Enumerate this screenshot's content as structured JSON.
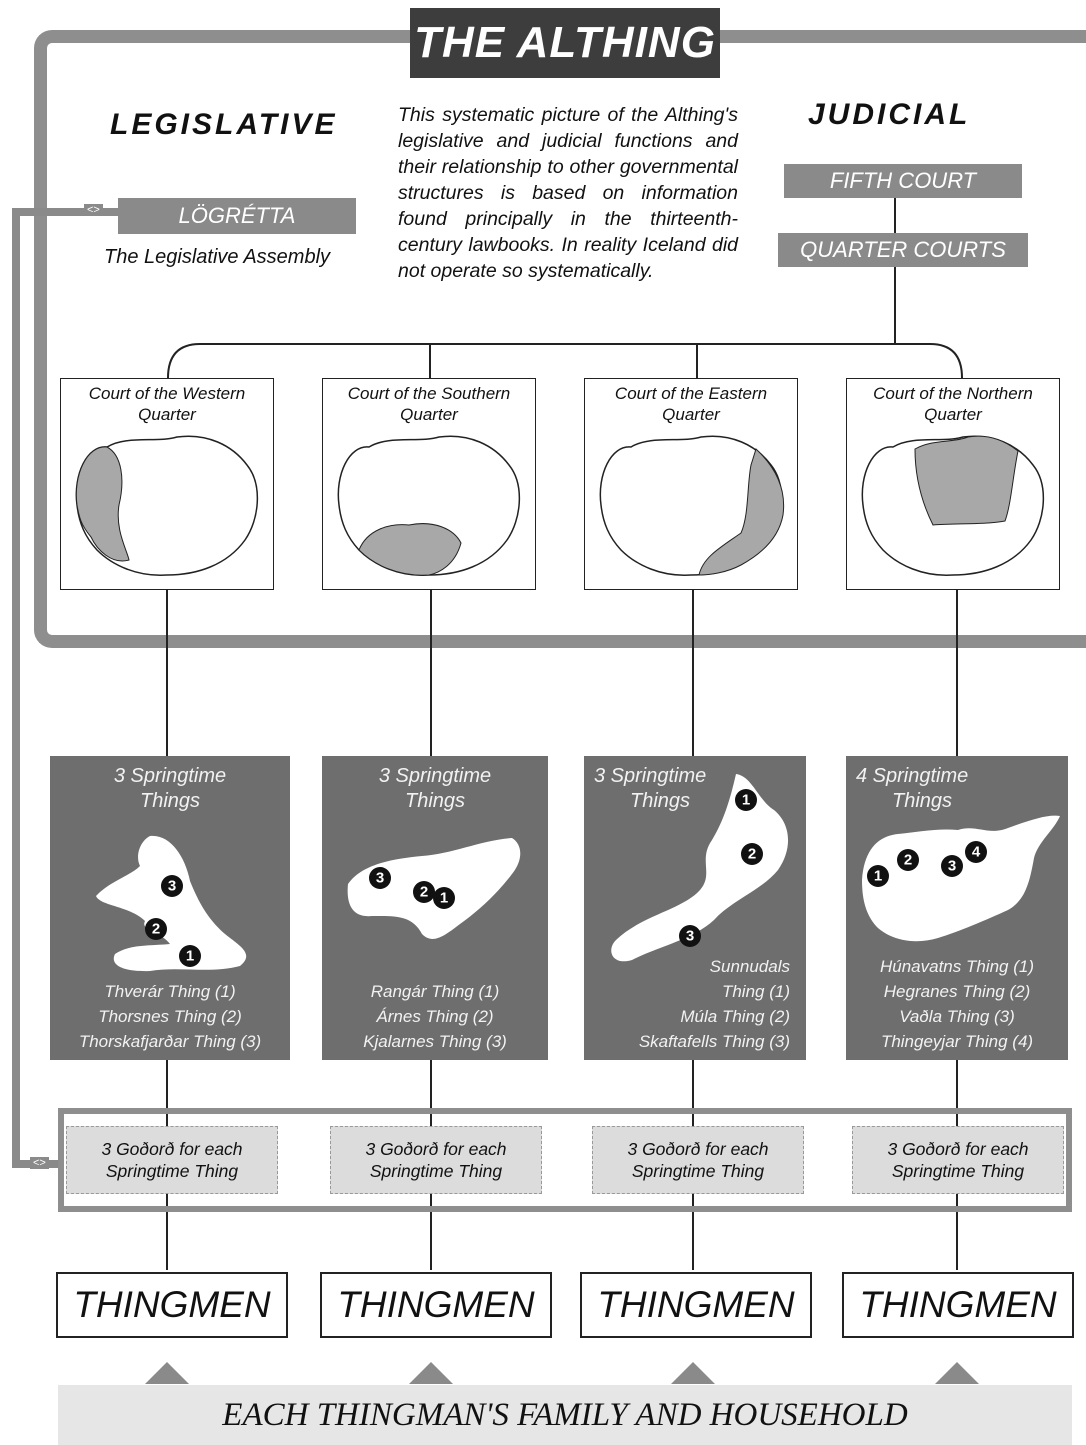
{
  "title": "THE ALTHING",
  "legislative": {
    "heading": "LEGISLATIVE",
    "assembly_label": "LÖGRÉTTA",
    "assembly_subtitle": "The Legislative Assembly",
    "arrow_glyph": "<>"
  },
  "note": "This systematic picture of the Althing's legislative and judicial functions and their relationship to other governmental structures is based on information found principally in the thirteenth-century lawbooks. In reality Iceland did not operate so systematically.",
  "judicial": {
    "heading": "JUDICIAL",
    "fifth_court": "FIFTH COURT",
    "quarter_courts": "QUARTER COURTS"
  },
  "courts": [
    {
      "line1": "Court of the Western",
      "line2": "Quarter"
    },
    {
      "line1": "Court of the Southern",
      "line2": "Quarter"
    },
    {
      "line1": "Court of the Eastern",
      "line2": "Quarter"
    },
    {
      "line1": "Court of the Northern",
      "line2": "Quarter"
    }
  ],
  "springtime": [
    {
      "line1": "3 Springtime",
      "line2": "Things",
      "things": [
        "Thverár Thing (1)",
        "Thorsnes Thing (2)",
        "Thorskafjarðar Thing (3)"
      ]
    },
    {
      "line1": "3 Springtime",
      "line2": "Things",
      "things": [
        "Rangár Thing (1)",
        "Árnes  Thing (2)",
        "Kjalarnes Thing (3)"
      ]
    },
    {
      "line1": "3 Springtime",
      "line2": "Things",
      "things": [
        "Sunnudals",
        "Thing (1)",
        "Múla Thing (2)",
        "Skaftafells Thing (3)"
      ]
    },
    {
      "line1": "4 Springtime",
      "line2": "Things",
      "things": [
        "Húnavatns Thing (1)",
        "Hegranes Thing (2)",
        "Vaðla Thing (3)",
        "Thingeyjar Thing (4)"
      ]
    }
  ],
  "markers": [
    [
      "3",
      "2",
      "1"
    ],
    [
      "3",
      "2",
      "1"
    ],
    [
      "1",
      "2",
      "3"
    ],
    [
      "1",
      "2",
      "3",
      "4"
    ]
  ],
  "godord": [
    {
      "line1": "3 Goðorð for each",
      "line2": "Springtime Thing"
    },
    {
      "line1": "3 Goðorð for each",
      "line2": "Springtime Thing"
    },
    {
      "line1": "3 Goðorð for each",
      "line2": "Springtime Thing"
    },
    {
      "line1": "3 Goðorð for each",
      "line2": "Springtime Thing"
    }
  ],
  "thingmen": [
    "THINGMEN",
    "THINGMEN",
    "THINGMEN",
    "THINGMEN"
  ],
  "household": "EACH THINGMAN'S FAMILY AND HOUSEHOLD",
  "colors": {
    "dark_box": "#3d3d3d",
    "gray_box": "#8a8a8a",
    "spring_box": "#6e6e6e",
    "highlight_region": "#a8a8a8"
  }
}
